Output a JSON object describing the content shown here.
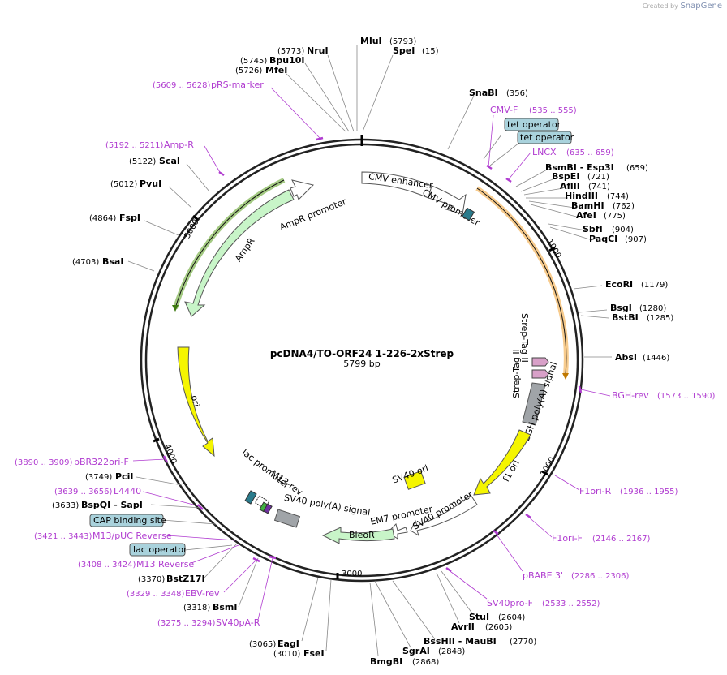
{
  "brand": {
    "created_by": "Created by",
    "name": "SnapGene"
  },
  "plasmid": {
    "name": "pcDNA4/TO-ORF24 1-226-2xStrep",
    "size_label": "5799 bp"
  },
  "ticks": {
    "t1000": "1000",
    "t2000": "2000",
    "t3000": "3000",
    "t4000": "4000",
    "t5000": "5000"
  },
  "sites": [
    {
      "name": "MluI",
      "pos": "(5793)"
    },
    {
      "name": "SpeI",
      "pos": "(15)"
    },
    {
      "name": "NruI",
      "pos": "(5773)"
    },
    {
      "name": "Bpu10I",
      "pos": "(5745)"
    },
    {
      "name": "MfeI",
      "pos": "(5726)"
    },
    {
      "name": "SnaBI",
      "pos": "(356)"
    },
    {
      "name": "ScaI",
      "pos": "(5122)"
    },
    {
      "name": "PvuI",
      "pos": "(5012)"
    },
    {
      "name": "FspI",
      "pos": "(4864)"
    },
    {
      "name": "BsaI",
      "pos": "(4703)"
    },
    {
      "name": "BsmBI - Esp3I",
      "pos": "(659)"
    },
    {
      "name": "BspEI",
      "pos": "(721)"
    },
    {
      "name": "AflII",
      "pos": "(741)"
    },
    {
      "name": "HindIII",
      "pos": "(744)"
    },
    {
      "name": "BamHI",
      "pos": "(762)"
    },
    {
      "name": "AfeI",
      "pos": "(775)"
    },
    {
      "name": "SbfI",
      "pos": "(904)"
    },
    {
      "name": "PaqCI",
      "pos": "(907)"
    },
    {
      "name": "EcoRI",
      "pos": "(1179)"
    },
    {
      "name": "BsgI",
      "pos": "(1280)"
    },
    {
      "name": "BstBI",
      "pos": "(1285)"
    },
    {
      "name": "AbsI",
      "pos": "(1446)"
    },
    {
      "name": "PciI",
      "pos": "(3749)"
    },
    {
      "name": "BspQI - SapI",
      "pos": "(3633)"
    },
    {
      "name": "BstZ17I",
      "pos": "(3370)"
    },
    {
      "name": "BsmI",
      "pos": "(3318)"
    },
    {
      "name": "EagI",
      "pos": "(3065)"
    },
    {
      "name": "FseI",
      "pos": "(3010)"
    },
    {
      "name": "BmgBI",
      "pos": "(2868)"
    },
    {
      "name": "SgrAI",
      "pos": "(2848)"
    },
    {
      "name": "BssHII - MauBI",
      "pos": "(2770)"
    },
    {
      "name": "AvrII",
      "pos": "(2605)"
    },
    {
      "name": "StuI",
      "pos": "(2604)"
    }
  ],
  "primers": [
    {
      "name": "pRS-marker",
      "pos": "(5609 .. 5628)"
    },
    {
      "name": "CMV-F",
      "pos": "(535 .. 555)"
    },
    {
      "name": "Amp-R",
      "pos": "(5192 .. 5211)"
    },
    {
      "name": "LNCX",
      "pos": "(635 .. 659)"
    },
    {
      "name": "BGH-rev",
      "pos": "(1573 .. 1590)"
    },
    {
      "name": "F1ori-R",
      "pos": "(1936 .. 1955)"
    },
    {
      "name": "F1ori-F",
      "pos": "(2146 .. 2167)"
    },
    {
      "name": "pBABE 3'",
      "pos": "(2286 .. 2306)"
    },
    {
      "name": "SV40pro-F",
      "pos": "(2533 .. 2552)"
    },
    {
      "name": "pBR322ori-F",
      "pos": "(3890 .. 3909)"
    },
    {
      "name": "L4440",
      "pos": "(3639 .. 3656)"
    },
    {
      "name": "M13/pUC Reverse",
      "pos": "(3421 .. 3443)"
    },
    {
      "name": "M13 Reverse",
      "pos": "(3408 .. 3424)"
    },
    {
      "name": "EBV-rev",
      "pos": "(3329 .. 3348)"
    },
    {
      "name": "SV40pA-R",
      "pos": "(3275 .. 3294)"
    }
  ],
  "boxed_features": {
    "tet_operator_1": "tet operator",
    "tet_operator_2": "tet operator",
    "cap_site": "CAP binding site",
    "lac_operator": "lac operator"
  },
  "features": {
    "cmv_enhancer": "CMV enhancer",
    "cmv_promoter": "CMV promoter",
    "ampr_promoter": "AmpR promoter",
    "ampr": "AmpR",
    "ori": "ori",
    "strep1": "Strep-Tag II",
    "strep2": "Strep-Tag II",
    "bgh": "bGH poly(A) signal",
    "f1ori": "f1 ori",
    "sv40ori": "SV40 ori",
    "sv40prom": "SV40 promoter",
    "em7": "EM7 promoter",
    "bleor": "BleoR",
    "sv40pa": "SV40 poly(A) signal",
    "m13rev": "M13 rev",
    "lacprom": "lac promoter"
  },
  "colors": {
    "primer": "#b03cd0",
    "yellow_feature": "#f5f500",
    "green_feature": "#c8f5c8",
    "white_feature": "#ffffff",
    "boxed_feature": "#a9d2dc",
    "orf_arc": "#f0a030",
    "ampr_arc": "#5a9e1e"
  }
}
